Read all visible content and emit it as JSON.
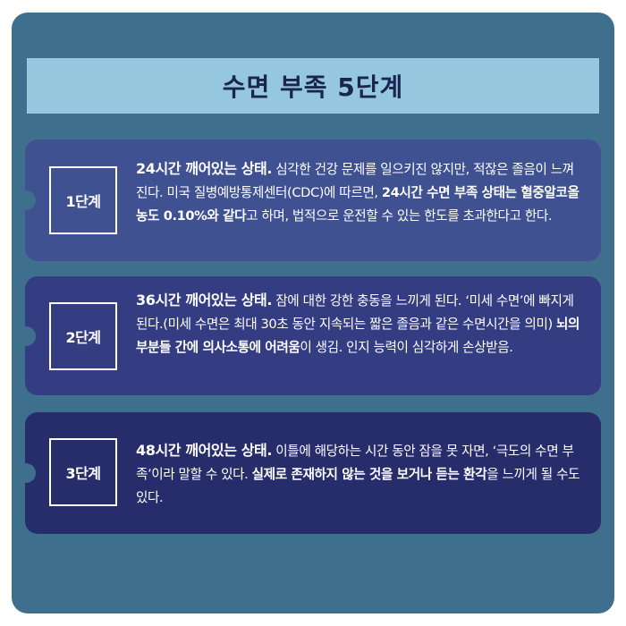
{
  "title": "수면 부족 5단계",
  "colors": {
    "background": "#3e6f8c",
    "title_bar": "#95c7df",
    "stage1": "#3f5191",
    "stage2": "#343d82",
    "stage3": "#272d6b"
  },
  "stages": [
    {
      "label": "1단계",
      "heading": "24시간 깨어있는 상태.",
      "text1": " 심각한 건강 문제를 일으키진 않지만, 적잖은 졸음이 느껴진다. 미국 질병예방통제센터(CDC)에 따르면, ",
      "bold1": "24시간 수면 부족 상태는 혈중알코올농도 0.10%와 같다",
      "text2": "고 하며, 법적으로 운전할 수 있는 한도를 초과한다고 한다."
    },
    {
      "label": "2단계",
      "heading": "36시간 깨어있는 상태.",
      "text1": " 잠에 대한 강한 충동을 느끼게 된다. ‘미세 수면’에 빠지게 된다.(미세 수면은 최대 30초 동안 지속되는 짧은 졸음과 같은 수면시간을 의미) ",
      "bold1": "뇌의 부분들 간에 의사소통에 어려움",
      "text2": "이 생김. 인지 능력이 심각하게 손상받음."
    },
    {
      "label": "3단계",
      "heading": "48시간 깨어있는 상태.",
      "text1": " 이틀에 해당하는 시간 동안 잠을 못 자면, ‘극도의 수면 부족’이라 말할 수 있다. ",
      "bold1": "실제로 존재하지 않는 것을 보거나 듣는 환각",
      "text2": "을 느끼게 될 수도 있다."
    }
  ]
}
